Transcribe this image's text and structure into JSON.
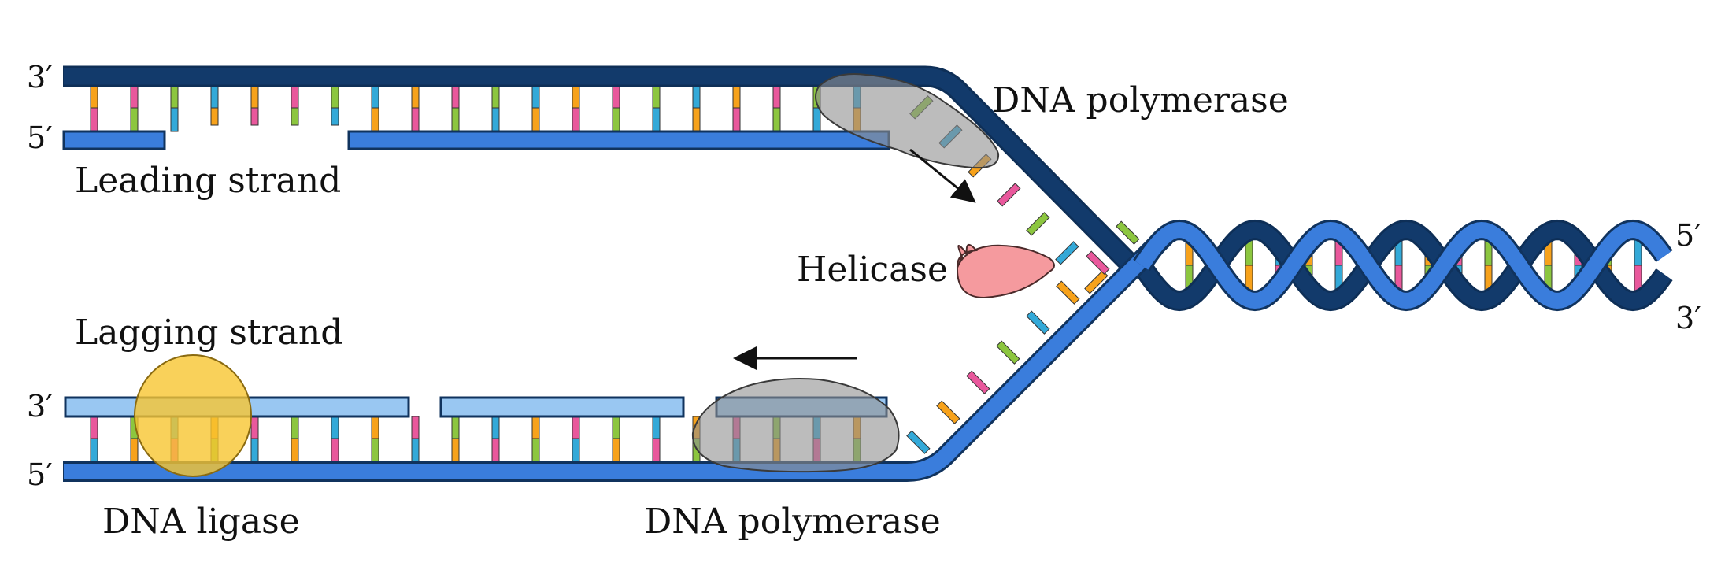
{
  "labels": {
    "dna_polymerase_top": "DNA polymerase",
    "leading_strand": "Leading strand",
    "helicase": "Helicase",
    "lagging_strand": "Lagging strand",
    "dna_ligase": "DNA ligase",
    "dna_polymerase_bottom": "DNA polymerase"
  },
  "strand_ends": {
    "top_left_3prime": "3′",
    "top_left_5prime": "5′",
    "bottom_left_3prime": "3′",
    "bottom_left_5prime": "5′",
    "right_5prime": "5′",
    "right_3prime": "3′"
  },
  "colors": {
    "parent_strand_dark": "#123a6b",
    "parent_strand_blue": "#3a7ddc",
    "lagging_fragment_light": "#99c7f2",
    "base_orange": "#f7a21b",
    "base_pink": "#e9589c",
    "base_green": "#8cc63f",
    "base_cyan": "#33a9d8",
    "polymerase_gray": "#9e9e9e",
    "helicase_pink": "#f59a9e",
    "ligase_yellow": "#f7c531"
  },
  "icons": {
    "polymerase": "enzyme-blob",
    "helicase": "enzyme-blob",
    "ligase": "enzyme-blob"
  }
}
